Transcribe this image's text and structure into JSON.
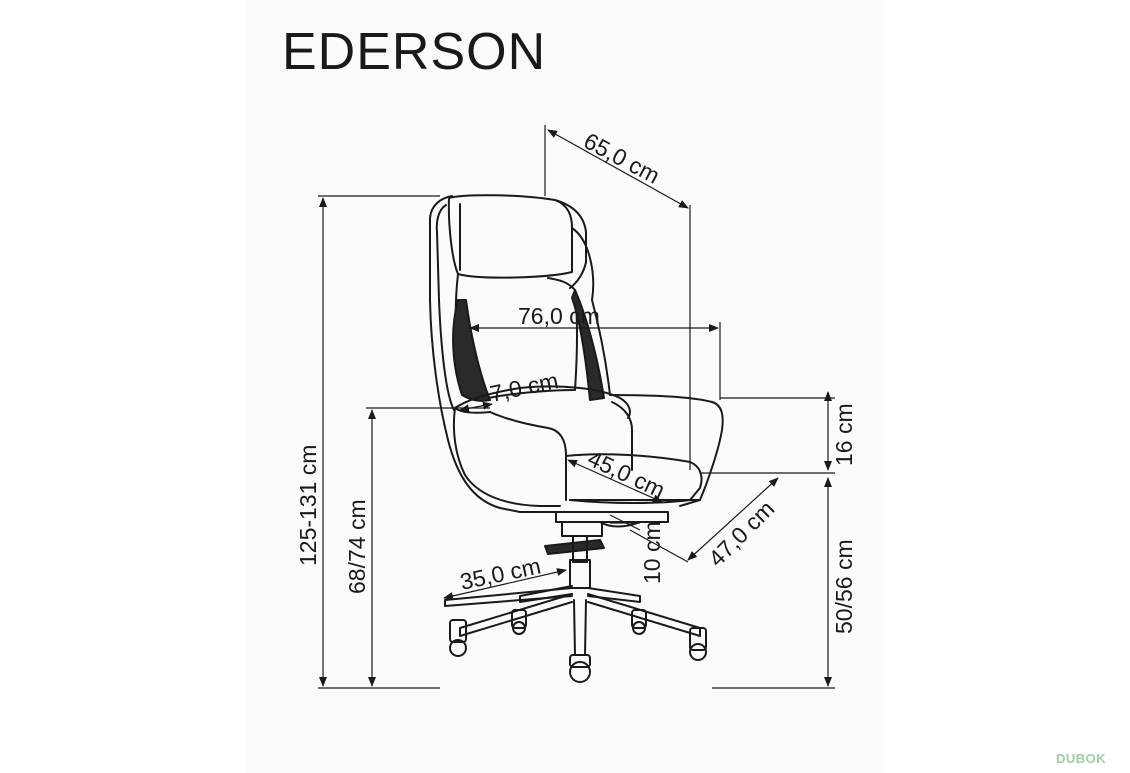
{
  "title": "EDERSON",
  "dimensions": {
    "depth": "65,0 cm",
    "width": "76,0 cm",
    "total_height": "125-131 cm",
    "armrest_height": "68/74 cm",
    "armrest_above_seat": "16 cm",
    "seat_height": "50/56 cm",
    "seat_width": "45,0 cm",
    "seat_depth": "47,0 cm",
    "partial_dim": "7,0 cm",
    "base_radius": "35,0 cm",
    "gas_lift": "10 cm"
  },
  "watermark": "DUBOK",
  "colors": {
    "line": "#1a1a1a",
    "watermark": "#9bd0a4"
  }
}
